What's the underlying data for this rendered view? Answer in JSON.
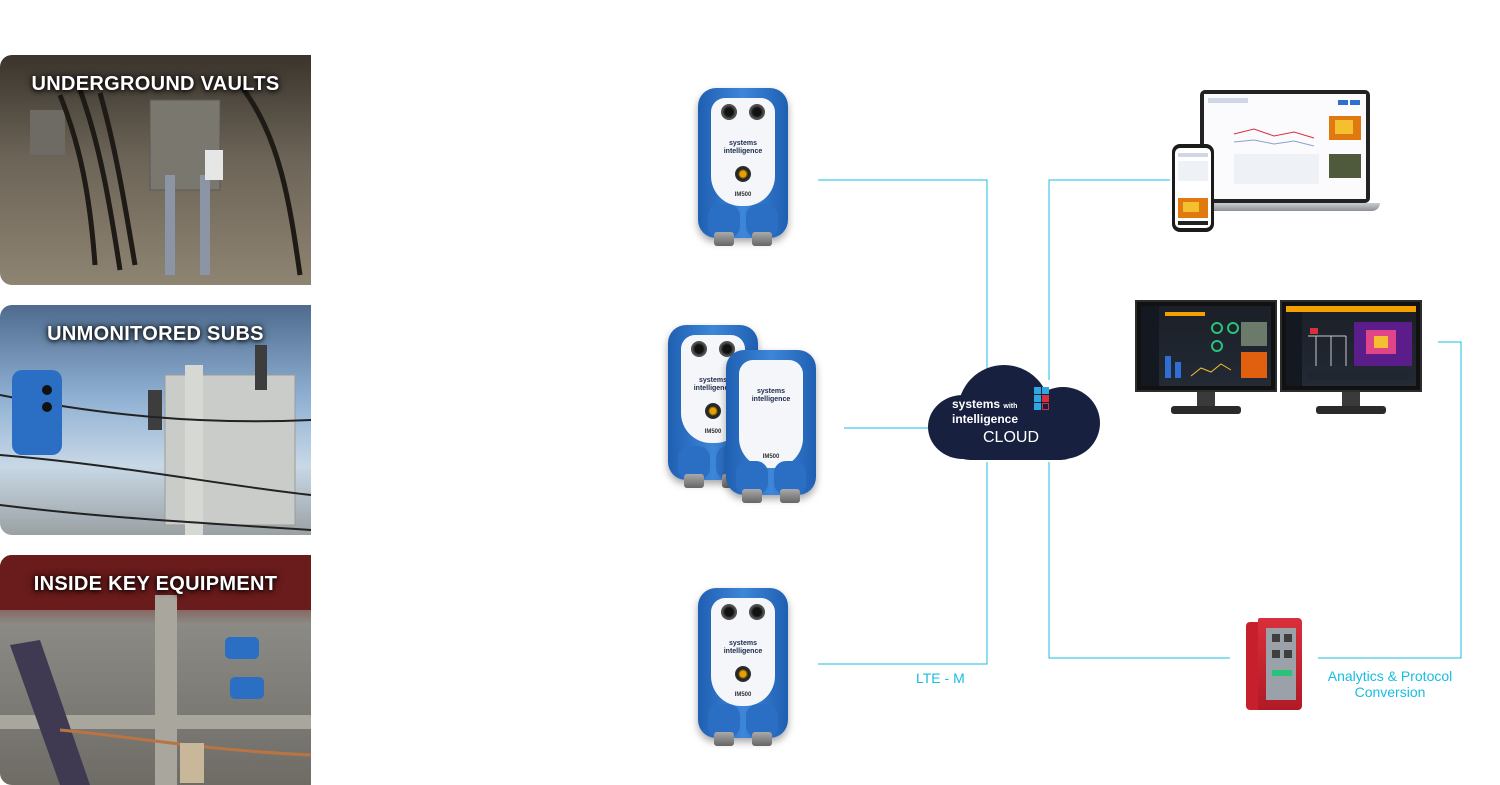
{
  "panels": [
    {
      "title": "UNDERGROUND VAULTS"
    },
    {
      "title": "UNMONITORED SUBS"
    },
    {
      "title": "INSIDE KEY EQUIPMENT"
    }
  ],
  "sensor": {
    "brand_line1": "systems",
    "brand_line2": "intelligence",
    "model": "IM500"
  },
  "cloud": {
    "brand_line1": "systems",
    "brand_with": "with",
    "brand_line2": "intelligence",
    "label": "CLOUD"
  },
  "labels": {
    "lte": "LTE - M",
    "analytics_line1": "Analytics & Protocol",
    "analytics_line2": "Conversion"
  },
  "colors": {
    "line": "#18bde0",
    "cloud": "#17213f",
    "sensor_blue": "#2b6fc4",
    "brand_red": "#d8303c"
  }
}
